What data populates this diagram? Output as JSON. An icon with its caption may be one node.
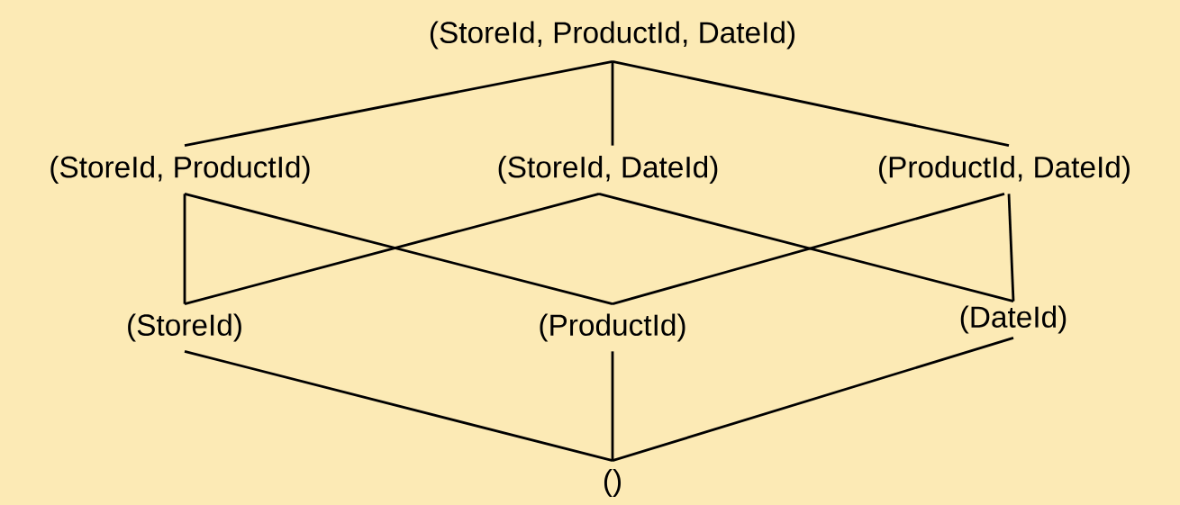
{
  "diagram": {
    "nodes": [
      {
        "text": [
          "(StoreId, ProductId, DateId)"
        ]
      },
      {
        "text": [
          "(StoreId, ProductId)"
        ]
      },
      {
        "text": [
          "(StoreId, DateId)"
        ]
      },
      {
        "text": [
          "(ProductId, DateId)"
        ]
      },
      {
        "text": [
          "(StoreId)"
        ]
      },
      {
        "text": [
          "(ProductId)"
        ]
      },
      {
        "text": [
          "(DateId)"
        ]
      },
      {
        "text": [
          "()"
        ]
      }
    ],
    "edges": [
      {
        "from": 0,
        "to": 1,
        "arrow": "none"
      },
      {
        "from": 0,
        "to": 2,
        "arrow": "none"
      },
      {
        "from": 0,
        "to": 3,
        "arrow": "none"
      },
      {
        "from": 1,
        "to": 4,
        "arrow": "none"
      },
      {
        "from": 1,
        "to": 5,
        "arrow": "none"
      },
      {
        "from": 2,
        "to": 4,
        "arrow": "none"
      },
      {
        "from": 2,
        "to": 6,
        "arrow": "none"
      },
      {
        "from": 3,
        "to": 5,
        "arrow": "none"
      },
      {
        "from": 3,
        "to": 6,
        "arrow": "none"
      },
      {
        "from": 4,
        "to": 7,
        "arrow": "none"
      },
      {
        "from": 5,
        "to": 7,
        "arrow": "none"
      },
      {
        "from": 6,
        "to": 7,
        "arrow": "none"
      }
    ]
  }
}
